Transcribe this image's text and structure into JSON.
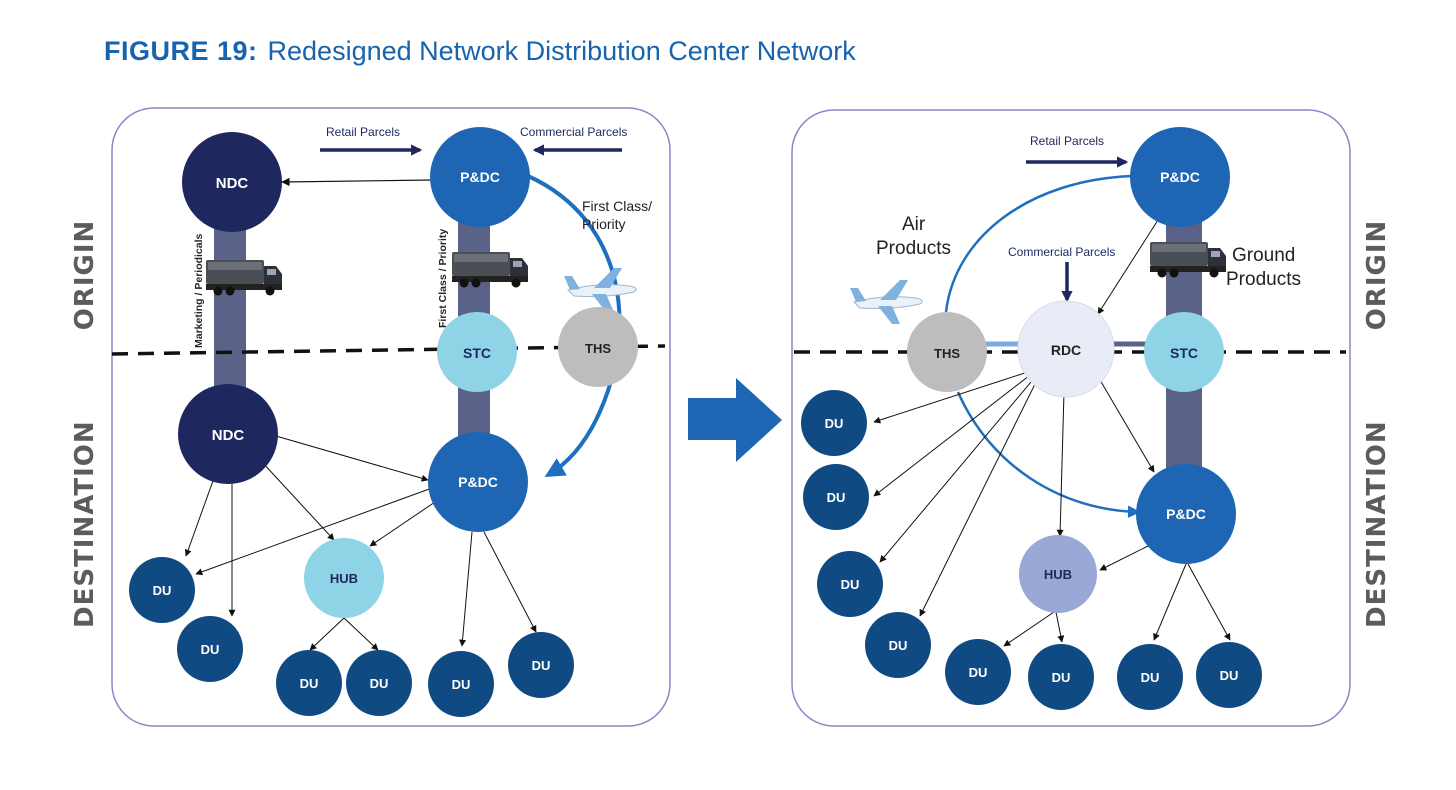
{
  "title": {
    "figure_label": "FIGURE 19:",
    "text": "Redesigned Network Distribution Center Network"
  },
  "side_labels": {
    "origin": "ORIGIN",
    "destination": "DESTINATION"
  },
  "left_panel": {
    "retail_parcels": "Retail Parcels",
    "commercial_parcels": "Commercial Parcels",
    "first_class_priority_line1": "First Class/",
    "first_class_priority_line2": "Priority",
    "marketing_periodicals": "Marketing / Periodicals",
    "first_class_vertical": "First Class / Priority",
    "nodes": {
      "ndc_origin": "NDC",
      "pdc_origin": "P&DC",
      "stc": "STC",
      "ths": "THS",
      "ndc_dest": "NDC",
      "pdc_dest": "P&DC",
      "hub": "HUB",
      "du1": "DU",
      "du2": "DU",
      "du3": "DU",
      "du4": "DU",
      "du5": "DU",
      "du6": "DU"
    }
  },
  "right_panel": {
    "retail_parcels": "Retail Parcels",
    "commercial_parcels": "Commercial Parcels",
    "air_products_line1": "Air",
    "air_products_line2": "Products",
    "ground_products_line1": "Ground",
    "ground_products_line2": "Products",
    "nodes": {
      "pdc_origin": "P&DC",
      "ths": "THS",
      "rdc": "RDC",
      "stc": "STC",
      "pdc_dest": "P&DC",
      "hub": "HUB",
      "du1": "DU",
      "du2": "DU",
      "du3": "DU",
      "du4": "DU",
      "du5": "DU",
      "du6": "DU",
      "du7": "DU",
      "du8": "DU"
    }
  },
  "colors": {
    "title": "#1763ad",
    "navy_node": "#1e275e",
    "blue_node": "#1e66b3",
    "light_blue_node": "#8fd3e6",
    "gray_node": "#bdbdbd",
    "du_node": "#104a82",
    "rdc_node": "#e8ecf6",
    "hub_right": "#9aa8d6",
    "pipe": "#5a6387",
    "arrow_blue": "#1e6fc0",
    "panel_border": "#8d86c9"
  }
}
